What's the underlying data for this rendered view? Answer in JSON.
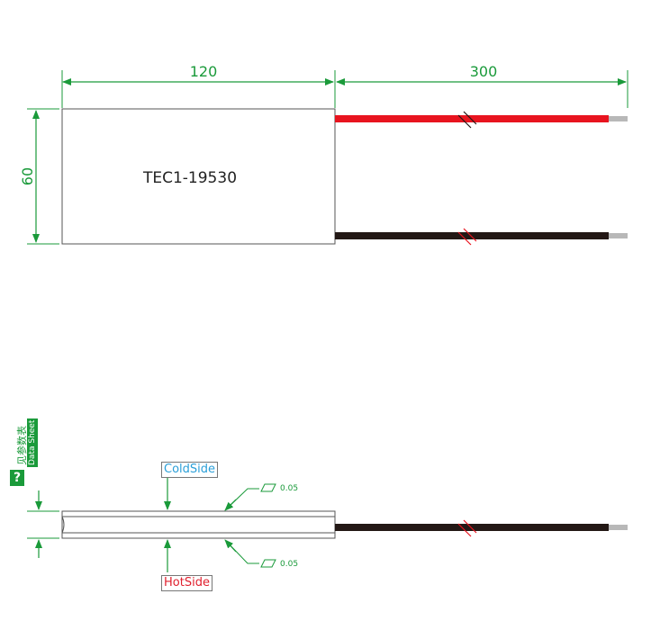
{
  "top_view": {
    "width_dim": "120",
    "lead_dim": "300",
    "height_dim": "60",
    "model": "TEC1-19530"
  },
  "side_view": {
    "cold_label": "ColdSide",
    "hot_label": "HotSide",
    "flatness_top": "0.05",
    "flatness_bottom": "0.05"
  },
  "datasheet_badge": {
    "icon_glyph": "?",
    "cn_text": "见参数表",
    "en_text": "Data Sheet"
  },
  "colors": {
    "dimension": "#1a9a3a",
    "red_wire": "#e8141f",
    "black_wire": "#231815",
    "wire_tip": "#b8b8b8",
    "cold": "#2b9fd8",
    "hot": "#e0202e"
  }
}
